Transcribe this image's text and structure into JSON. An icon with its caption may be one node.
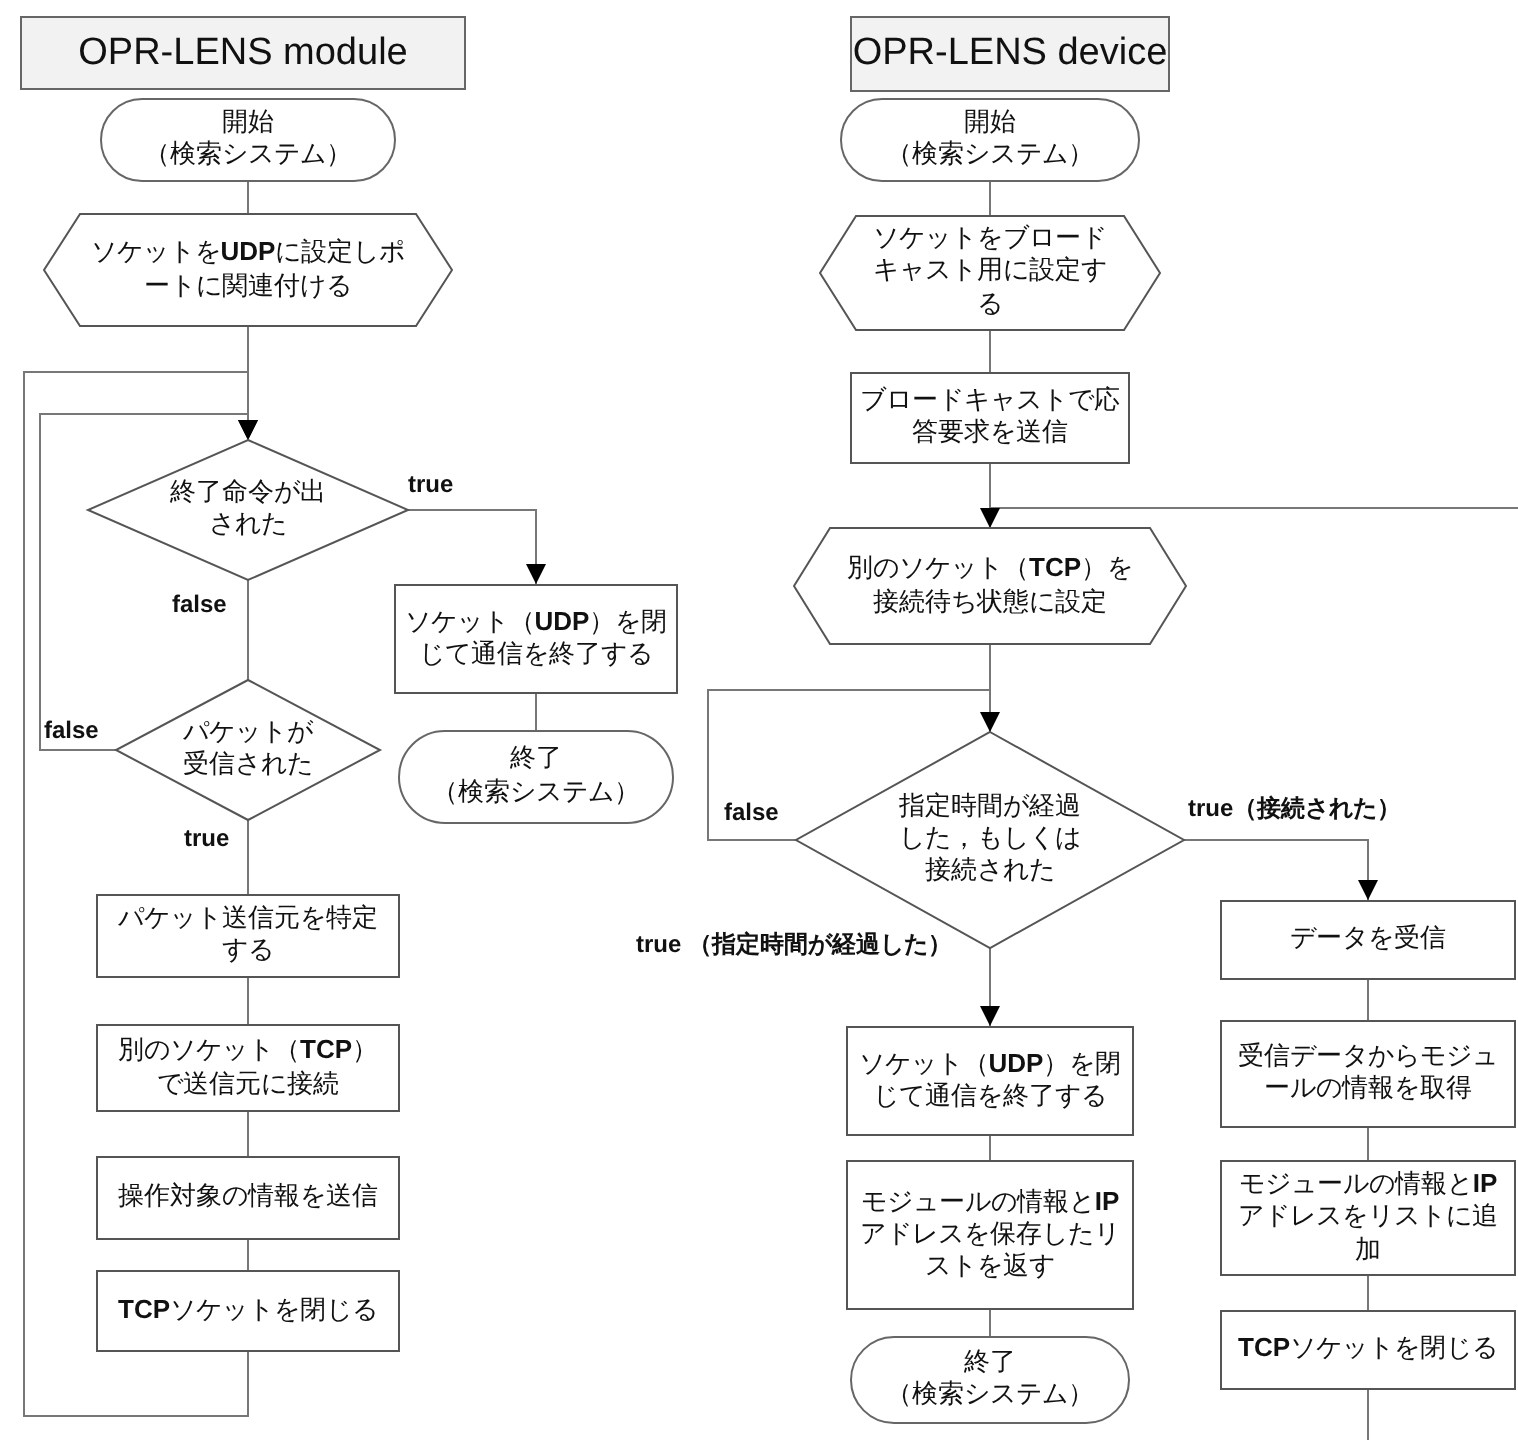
{
  "diagram": {
    "nodes": [
      {
        "text": [
          "OPR-LENS module"
        ]
      },
      {
        "text": [
          "開始",
          "（検索システム）"
        ]
      },
      {
        "text": [
          "ソケットを**UDP**に設定しポートに関連付ける"
        ]
      },
      {
        "text": [
          "終了命令が出された"
        ]
      },
      {
        "text": [
          "ソケット（**UDP**）を閉じて通信を終了する"
        ]
      },
      {
        "text": [
          "終了",
          "（検索システム）"
        ]
      },
      {
        "text": [
          "パケットが受信された"
        ]
      },
      {
        "text": [
          "パケット送信元を特定する"
        ]
      },
      {
        "text": [
          "別のソケット（**TCP**）で送信元に接続"
        ]
      },
      {
        "text": [
          "操作対象の情報を送信"
        ]
      },
      {
        "text": [
          "**TCP**ソケットを閉じる"
        ]
      },
      {
        "text": [
          "OPR-LENS device"
        ]
      },
      {
        "text": [
          "開始",
          "（検索システム）"
        ]
      },
      {
        "text": [
          "ソケットをブロードキャスト用に設定する"
        ]
      },
      {
        "text": [
          "ブロードキャストで応答要求を送信"
        ]
      },
      {
        "text": [
          "別のソケット（**TCP**）を接続待ち状態に設定"
        ]
      },
      {
        "text": [
          "指定時間が経過した，もしくは接続された"
        ]
      },
      {
        "text": [
          "ソケット（**UDP**）を閉じて通信を終了する"
        ]
      },
      {
        "text": [
          "モジュールの情報と**IP**アドレスを保存したリストを返す"
        ]
      },
      {
        "text": [
          "終了",
          "（検索システム）"
        ]
      },
      {
        "text": [
          "データを受信"
        ]
      },
      {
        "text": [
          "受信データからモジュールの情報を取得"
        ]
      },
      {
        "text": [
          "モジュールの情報と**IP**アドレスをリストに追加"
        ]
      },
      {
        "text": [
          "**TCP**ソケットを閉じる"
        ]
      }
    ],
    "edges": [
      {
        "from": 1,
        "to": 2,
        "arrow": "none"
      },
      {
        "from": 2,
        "to": 3,
        "arrow": "none"
      },
      {
        "from": 10,
        "to": 3,
        "arrow": "to"
      },
      {
        "from": 6,
        "to": 3,
        "arrow": "to",
        "label": "false"
      },
      {
        "from": 3,
        "to": 4,
        "arrow": "to",
        "label": "true"
      },
      {
        "from": 3,
        "to": 6,
        "arrow": "none",
        "label": "false"
      },
      {
        "from": 4,
        "to": 5,
        "arrow": "none"
      },
      {
        "from": 6,
        "to": 7,
        "arrow": "none",
        "label": "true"
      },
      {
        "from": 7,
        "to": 8,
        "arrow": "none"
      },
      {
        "from": 8,
        "to": 9,
        "arrow": "none"
      },
      {
        "from": 9,
        "to": 10,
        "arrow": "none"
      },
      {
        "from": 12,
        "to": 13,
        "arrow": "none"
      },
      {
        "from": 13,
        "to": 14,
        "arrow": "none"
      },
      {
        "from": 14,
        "to": 15,
        "arrow": "none"
      },
      {
        "from": null,
        "to": 15,
        "arrow": "to"
      },
      {
        "from": 15,
        "to": 16,
        "arrow": "none"
      },
      {
        "from": 16,
        "to": 16,
        "arrow": "to",
        "label": "false"
      },
      {
        "from": 16,
        "to": 17,
        "arrow": "to",
        "label": "true （指定時間が経過した）"
      },
      {
        "from": 16,
        "to": 20,
        "arrow": "to",
        "label": "true（接続された）"
      },
      {
        "from": 20,
        "to": 21,
        "arrow": "none"
      },
      {
        "from": 21,
        "to": 22,
        "arrow": "none"
      },
      {
        "from": 22,
        "to": 23,
        "arrow": "none"
      },
      {
        "from": 23,
        "to": null,
        "arrow": "none"
      },
      {
        "from": 17,
        "to": 18,
        "arrow": "none"
      },
      {
        "from": 18,
        "to": 19,
        "arrow": "none"
      }
    ]
  }
}
